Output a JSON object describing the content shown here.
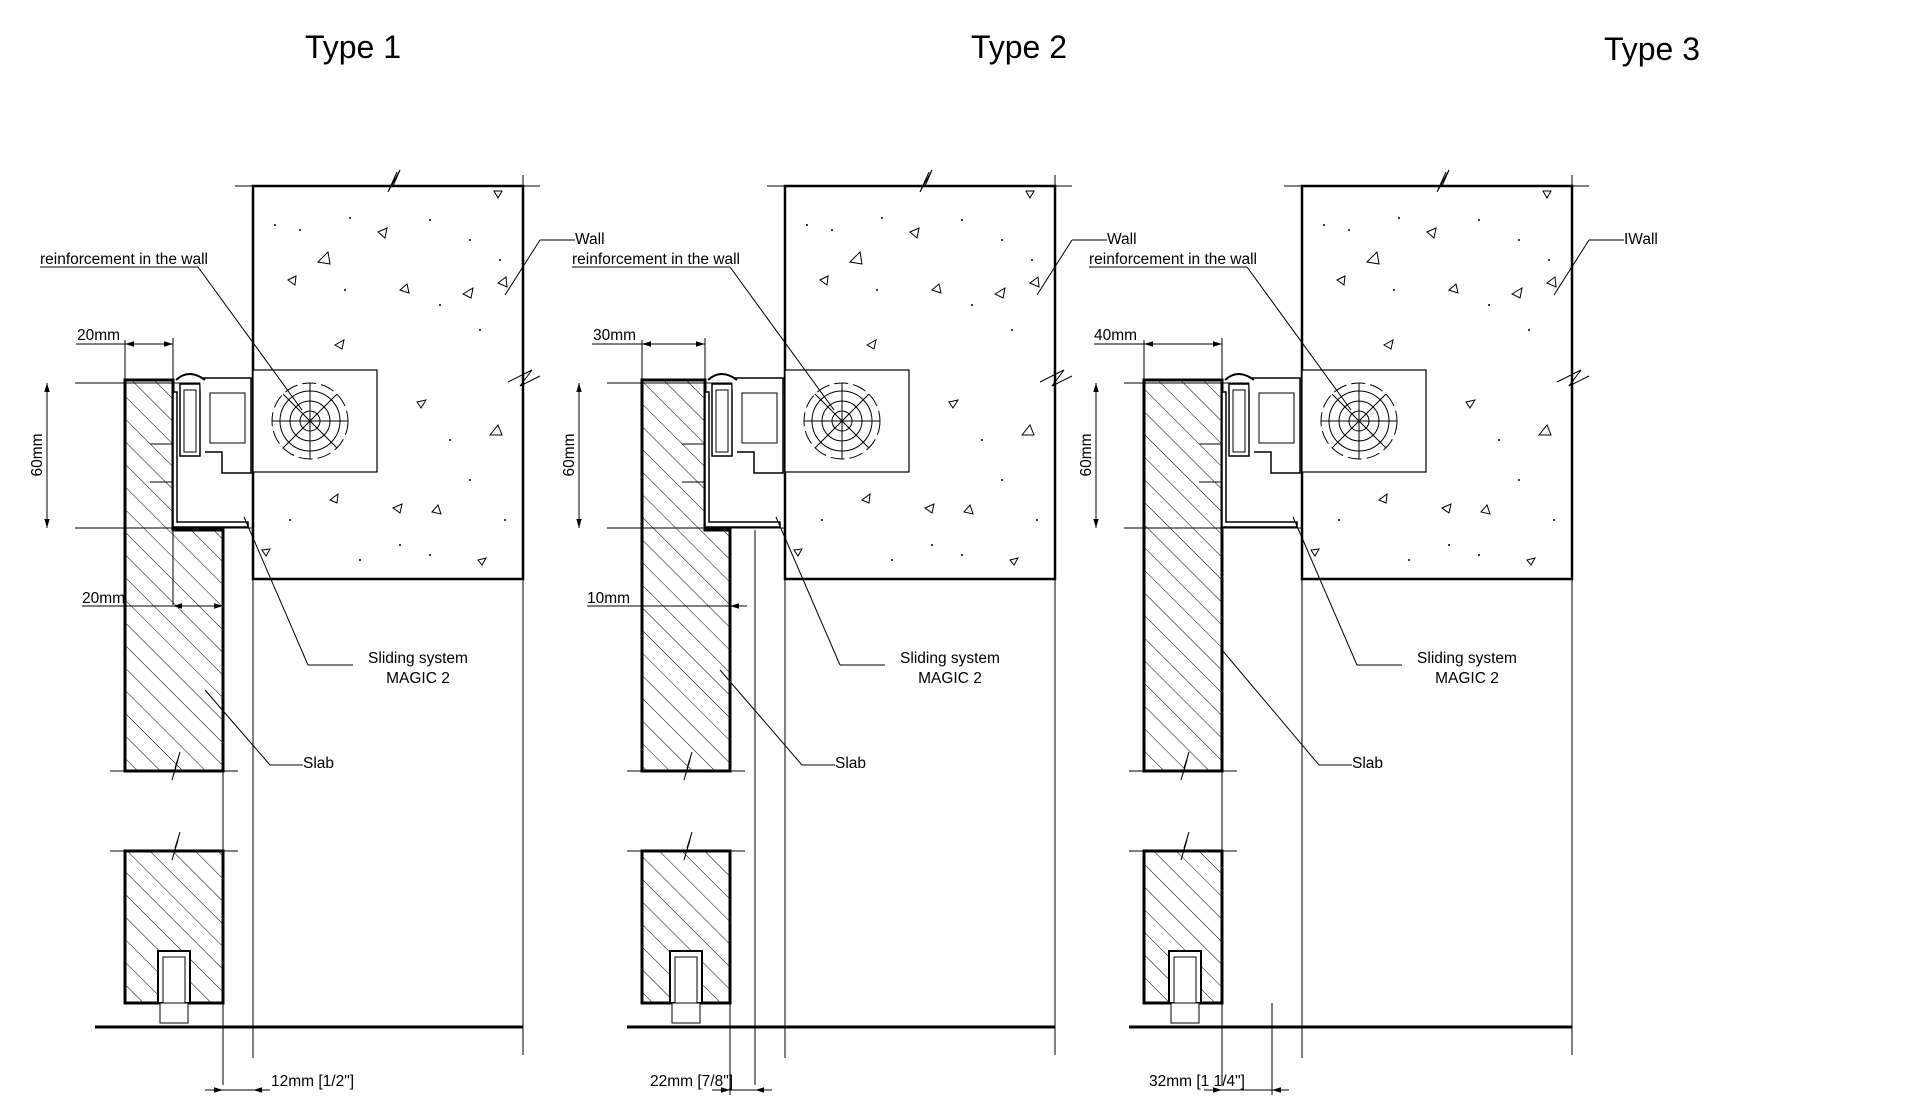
{
  "figure": {
    "sections": [
      {
        "title": "Type 1",
        "reinforcement_label": "reinforcement in the wall",
        "wall_label": "Wall",
        "top_gap_label": "20mm",
        "height_label": "60mm",
        "lower_gap_label": "20mm",
        "system_label_line1": "Sliding system",
        "system_label_line2": "MAGIC 2",
        "slab_label": "Slab",
        "bottom_label": "12mm  [1/2\"]"
      },
      {
        "title": "Type 2",
        "reinforcement_label": "reinforcement in the wall",
        "wall_label": "Wall",
        "top_gap_label": "30mm",
        "height_label": "60mm",
        "lower_gap_label": "10mm",
        "system_label_line1": "Sliding system",
        "system_label_line2": "MAGIC 2",
        "slab_label": "Slab",
        "bottom_label": "22mm [7/8\"]"
      },
      {
        "title": "Type 3",
        "reinforcement_label": "reinforcement in the wall",
        "wall_label": "IWall",
        "top_gap_label": "40mm",
        "height_label": "60mm",
        "lower_gap_label": "",
        "system_label_line1": "Sliding system",
        "system_label_line2": "MAGIC 2",
        "slab_label": "Slab",
        "bottom_label": "32mm  [1 1/4\"]"
      }
    ]
  }
}
